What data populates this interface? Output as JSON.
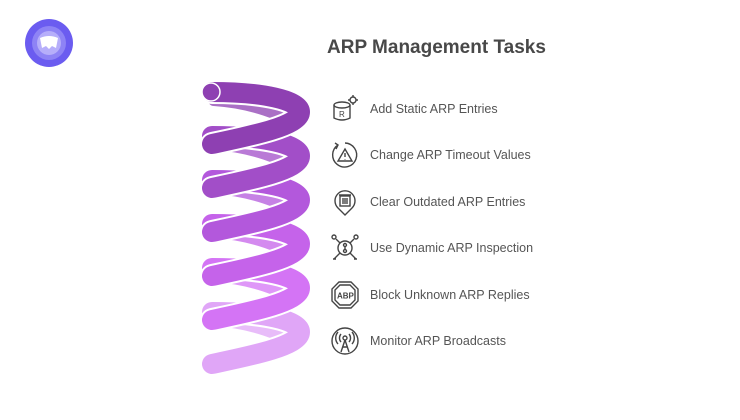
{
  "title": "ARP Management Tasks",
  "logo": {
    "icon": "brand-logo-icon",
    "color": "#6b5cf0"
  },
  "spring": {
    "colors": [
      "#8e40b2",
      "#a24ec8",
      "#b358dc",
      "#c563ea",
      "#d474f5",
      "#e0a6f7"
    ]
  },
  "tasks": [
    {
      "label": "Add Static ARP Entries",
      "icon": "database-gear-icon"
    },
    {
      "label": "Change ARP Timeout Values",
      "icon": "warning-refresh-icon"
    },
    {
      "label": "Clear Outdated ARP Entries",
      "icon": "trash-pin-icon"
    },
    {
      "label": "Use Dynamic ARP Inspection",
      "icon": "network-inspection-icon"
    },
    {
      "label": "Block Unknown ARP Replies",
      "icon": "abp-stop-sign-icon"
    },
    {
      "label": "Monitor ARP Broadcasts",
      "icon": "broadcast-tower-icon"
    }
  ]
}
